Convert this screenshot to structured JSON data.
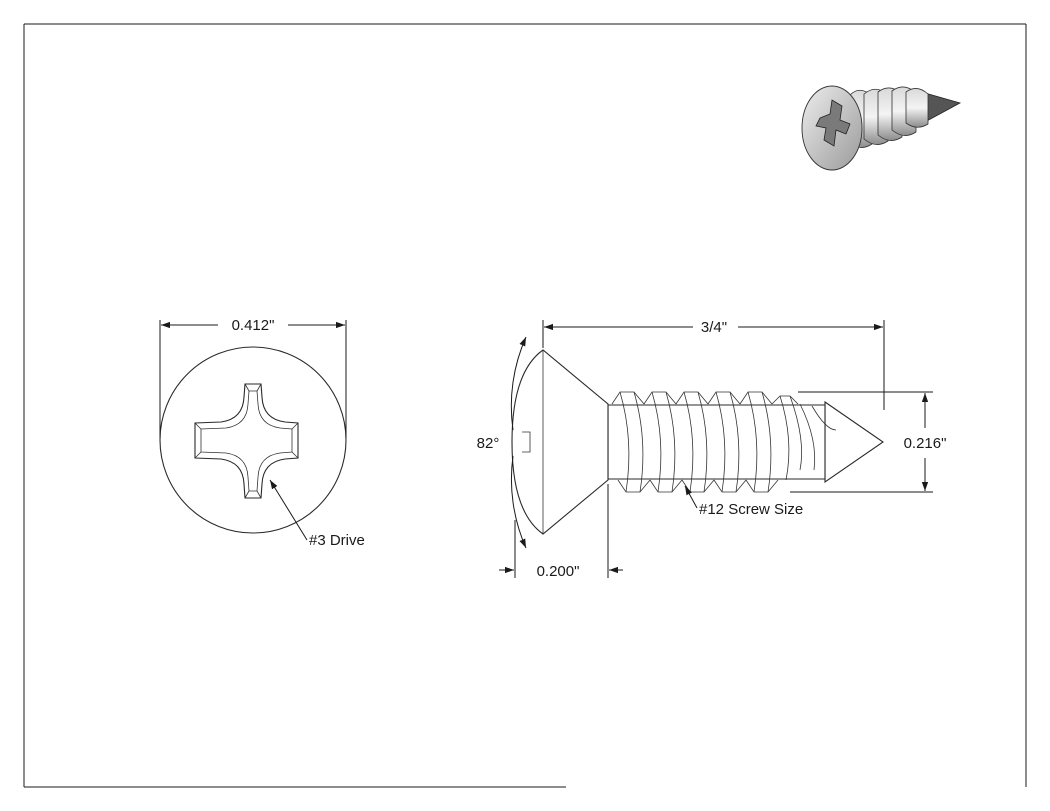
{
  "drawing": {
    "dimensions": {
      "head_diameter": "0.412\"",
      "length": "3/4\"",
      "head_angle": "82°",
      "head_height": "0.200\"",
      "thread_diameter": "0.216\""
    },
    "callouts": {
      "drive": "#3 Drive",
      "screw_size": "#12 Screw Size"
    }
  }
}
